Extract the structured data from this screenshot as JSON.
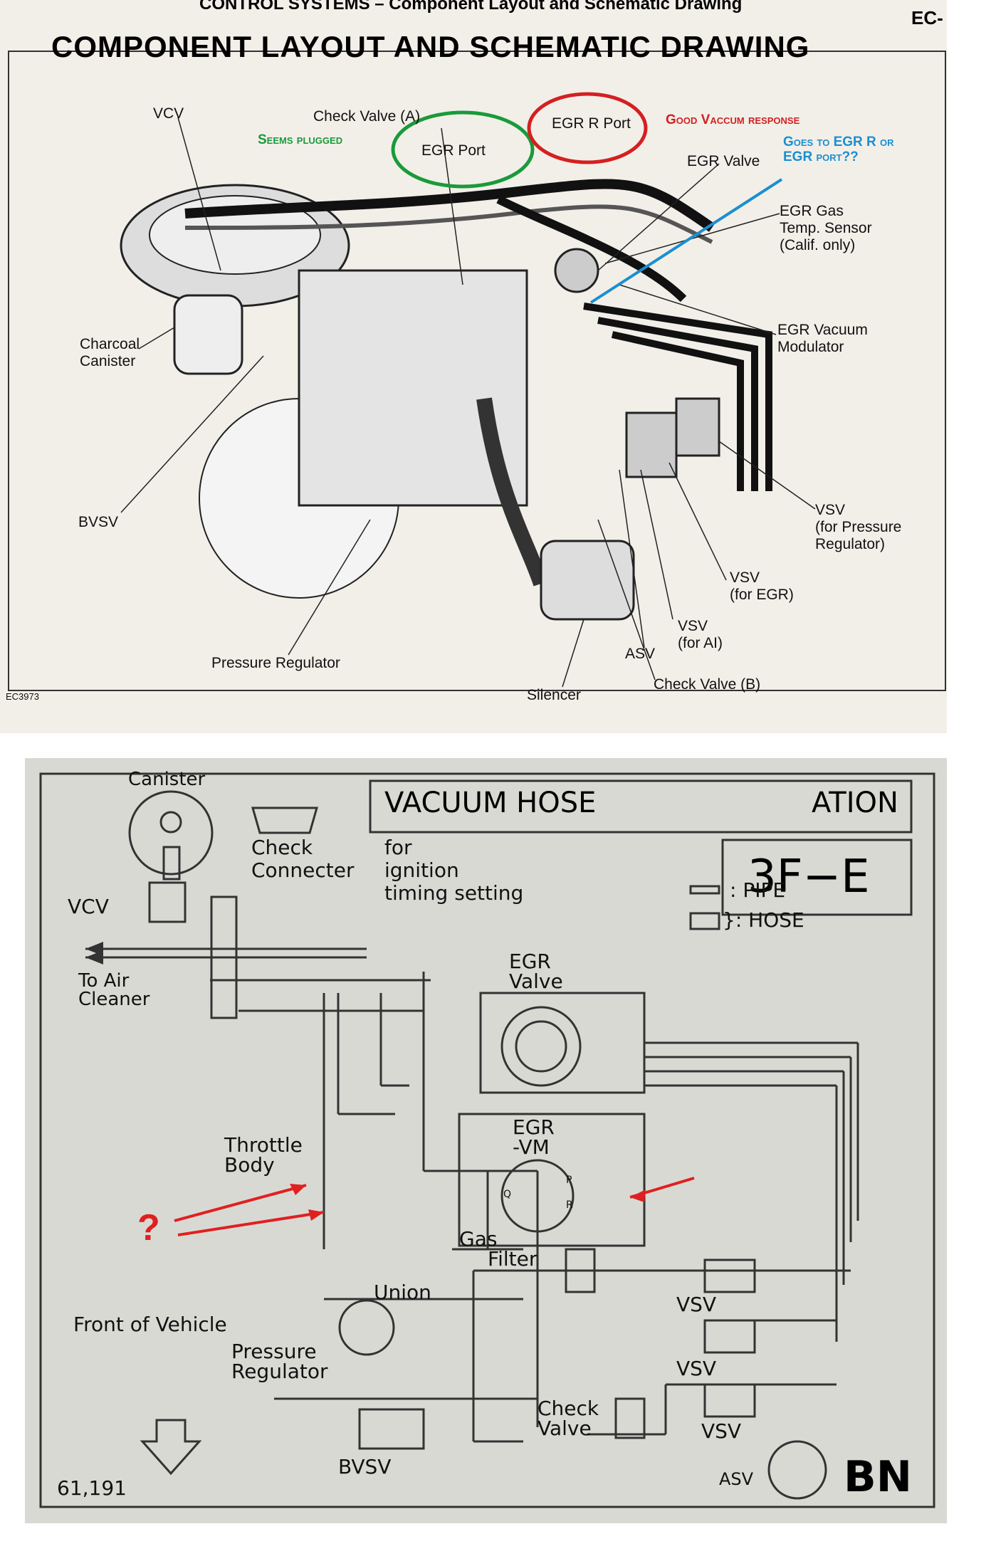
{
  "top": {
    "page_header": "CONTROL SYSTEMS – Component Layout and Schematic Drawing",
    "page_code": "EC-",
    "title": "COMPONENT LAYOUT AND SCHEMATIC DRAWING",
    "figure_code": "EC3973",
    "labels": {
      "vcv": "VCV",
      "check_valve_a": "Check Valve (A)",
      "egr_r_port": "EGR R Port",
      "egr_port": "EGR Port",
      "egr_valve": "EGR Valve",
      "egr_gas_temp": [
        "EGR Gas",
        "Temp. Sensor",
        "(Calif. only)"
      ],
      "egr_vacuum_modulator": [
        "EGR Vacuum",
        "Modulator"
      ],
      "charcoal_canister": [
        "Charcoal",
        "Canister"
      ],
      "bvsv": "BVSV",
      "vsv_pressure": [
        "VSV",
        "(for Pressure",
        "Regulator)"
      ],
      "vsv_egr": [
        "VSV",
        "(for EGR)"
      ],
      "vsv_ai": [
        "VSV",
        "(for AI)"
      ],
      "asv": "ASV",
      "check_valve_b": "Check Valve (B)",
      "silencer": "Silencer",
      "pressure_regulator": "Pressure Regulator"
    },
    "annotations": {
      "seems_plugged": "Seems plugged",
      "good_vacuum": "Good Vaccum response",
      "goes_to": [
        "Goes to EGR R or",
        "EGR port??"
      ]
    },
    "colors": {
      "green": "#1a9a3a",
      "red": "#d42020",
      "blue": "#1a8fd0"
    }
  },
  "bottom": {
    "title": "VACUUM HOSE",
    "title_tail": "ATION",
    "engine": "3F−E",
    "ignition_note": [
      "for",
      "ignition",
      "timing setting"
    ],
    "legend_pipe": ": PIPE",
    "legend_hose": "}: HOSE",
    "labels": {
      "canister": "Canister",
      "check_connecter": [
        "Check",
        "Connecter"
      ],
      "vcv": "VCV",
      "to_air_cleaner": [
        "To Air",
        "Cleaner"
      ],
      "egr_valve": [
        "EGR",
        "Valve"
      ],
      "egr_vm": [
        "EGR",
        "-VM"
      ],
      "throttle_body": [
        "Throttle",
        "Body"
      ],
      "gas_filter": [
        "Gas",
        "Filter"
      ],
      "union": "Union",
      "front_of_vehicle": "Front of Vehicle",
      "pressure_regulator": [
        "Pressure",
        "Regulator"
      ],
      "bvsv": "BVSV",
      "check_valve": [
        "Check",
        "Valve"
      ],
      "vsv1": "VSV",
      "vsv2": "VSV",
      "vsv3": "VSV",
      "asv": "ASV",
      "bn": "BN",
      "code": "61,191",
      "port_p": "P",
      "port_r": "R",
      "port_q": "Q"
    },
    "question": "?"
  }
}
